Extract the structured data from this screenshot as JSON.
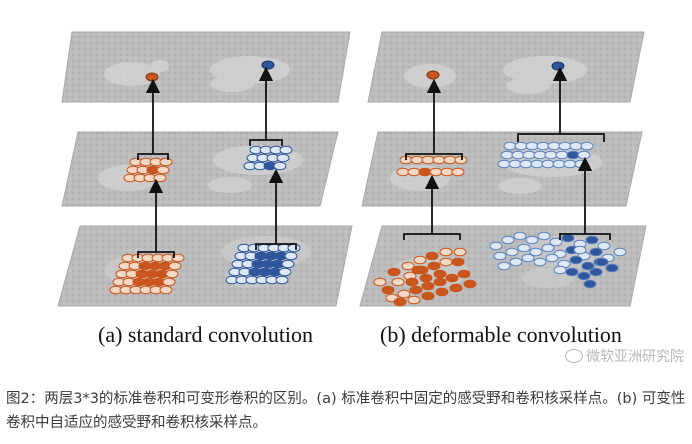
{
  "figure": {
    "panel_a_label": "(a) standard convolution",
    "panel_b_label": "(b) deformable convolution",
    "colors": {
      "orange_dark": "#c8561d",
      "orange_light": "#e6a27c",
      "blue_dark": "#2f559c",
      "blue_light": "#8fabd8",
      "layer_gray": "#bdbdbd"
    }
  },
  "watermark": "微软亚洲研究院",
  "caption": "图2：两层3*3的标准卷积和可变形卷积的区别。(a) 标准卷积中固定的感受野和卷积核采样点。(b) 可变性卷积中自适应的感受野和卷积核采样点。"
}
